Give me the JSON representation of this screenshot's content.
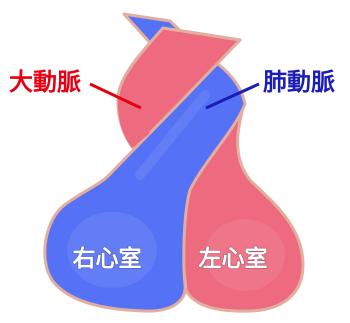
{
  "labels": {
    "aorta": "大動脈",
    "pulmonary_artery": "肺動脈",
    "right_ventricle": "右心室",
    "left_ventricle": "左心室"
  },
  "colors": {
    "aorta_label": "#e60012",
    "pulmonary_label": "#1c1cb8",
    "oxygenated_fill": "#ee6a7e",
    "deoxygenated_fill": "#5572f6",
    "outline": "#e2ae9f",
    "aorta_leader_line": "#e60012",
    "pulmonary_leader_line": "#1c1cb8"
  }
}
